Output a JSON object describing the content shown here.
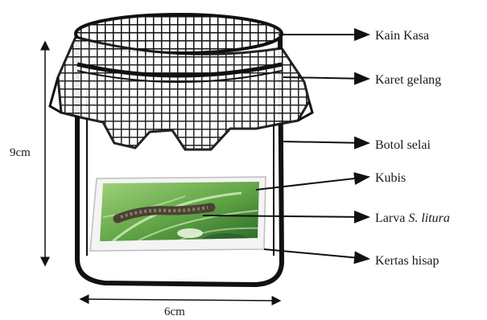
{
  "figure": {
    "labels": {
      "kain_kasa": "Kain Kasa",
      "karet_gelang": "Karet gelang",
      "botol_selai": "Botol selai",
      "kubis": "Kubis",
      "larva_prefix": "Larva ",
      "larva_species": "S. litura",
      "kertas_hisap": "Kertas hisap"
    },
    "dimensions": {
      "height_label": "9cm",
      "width_label": "6cm"
    },
    "colors": {
      "line": "#111111",
      "leaf_light": "#8cc466",
      "leaf_dark": "#2f6b2a",
      "larva": "#5a5140",
      "paper": "#f4f4f4"
    },
    "icons": [
      "gauze-net-icon",
      "rubber-band-icon",
      "jar-icon",
      "cabbage-leaf-icon",
      "larva-icon",
      "blotting-paper-icon"
    ]
  }
}
